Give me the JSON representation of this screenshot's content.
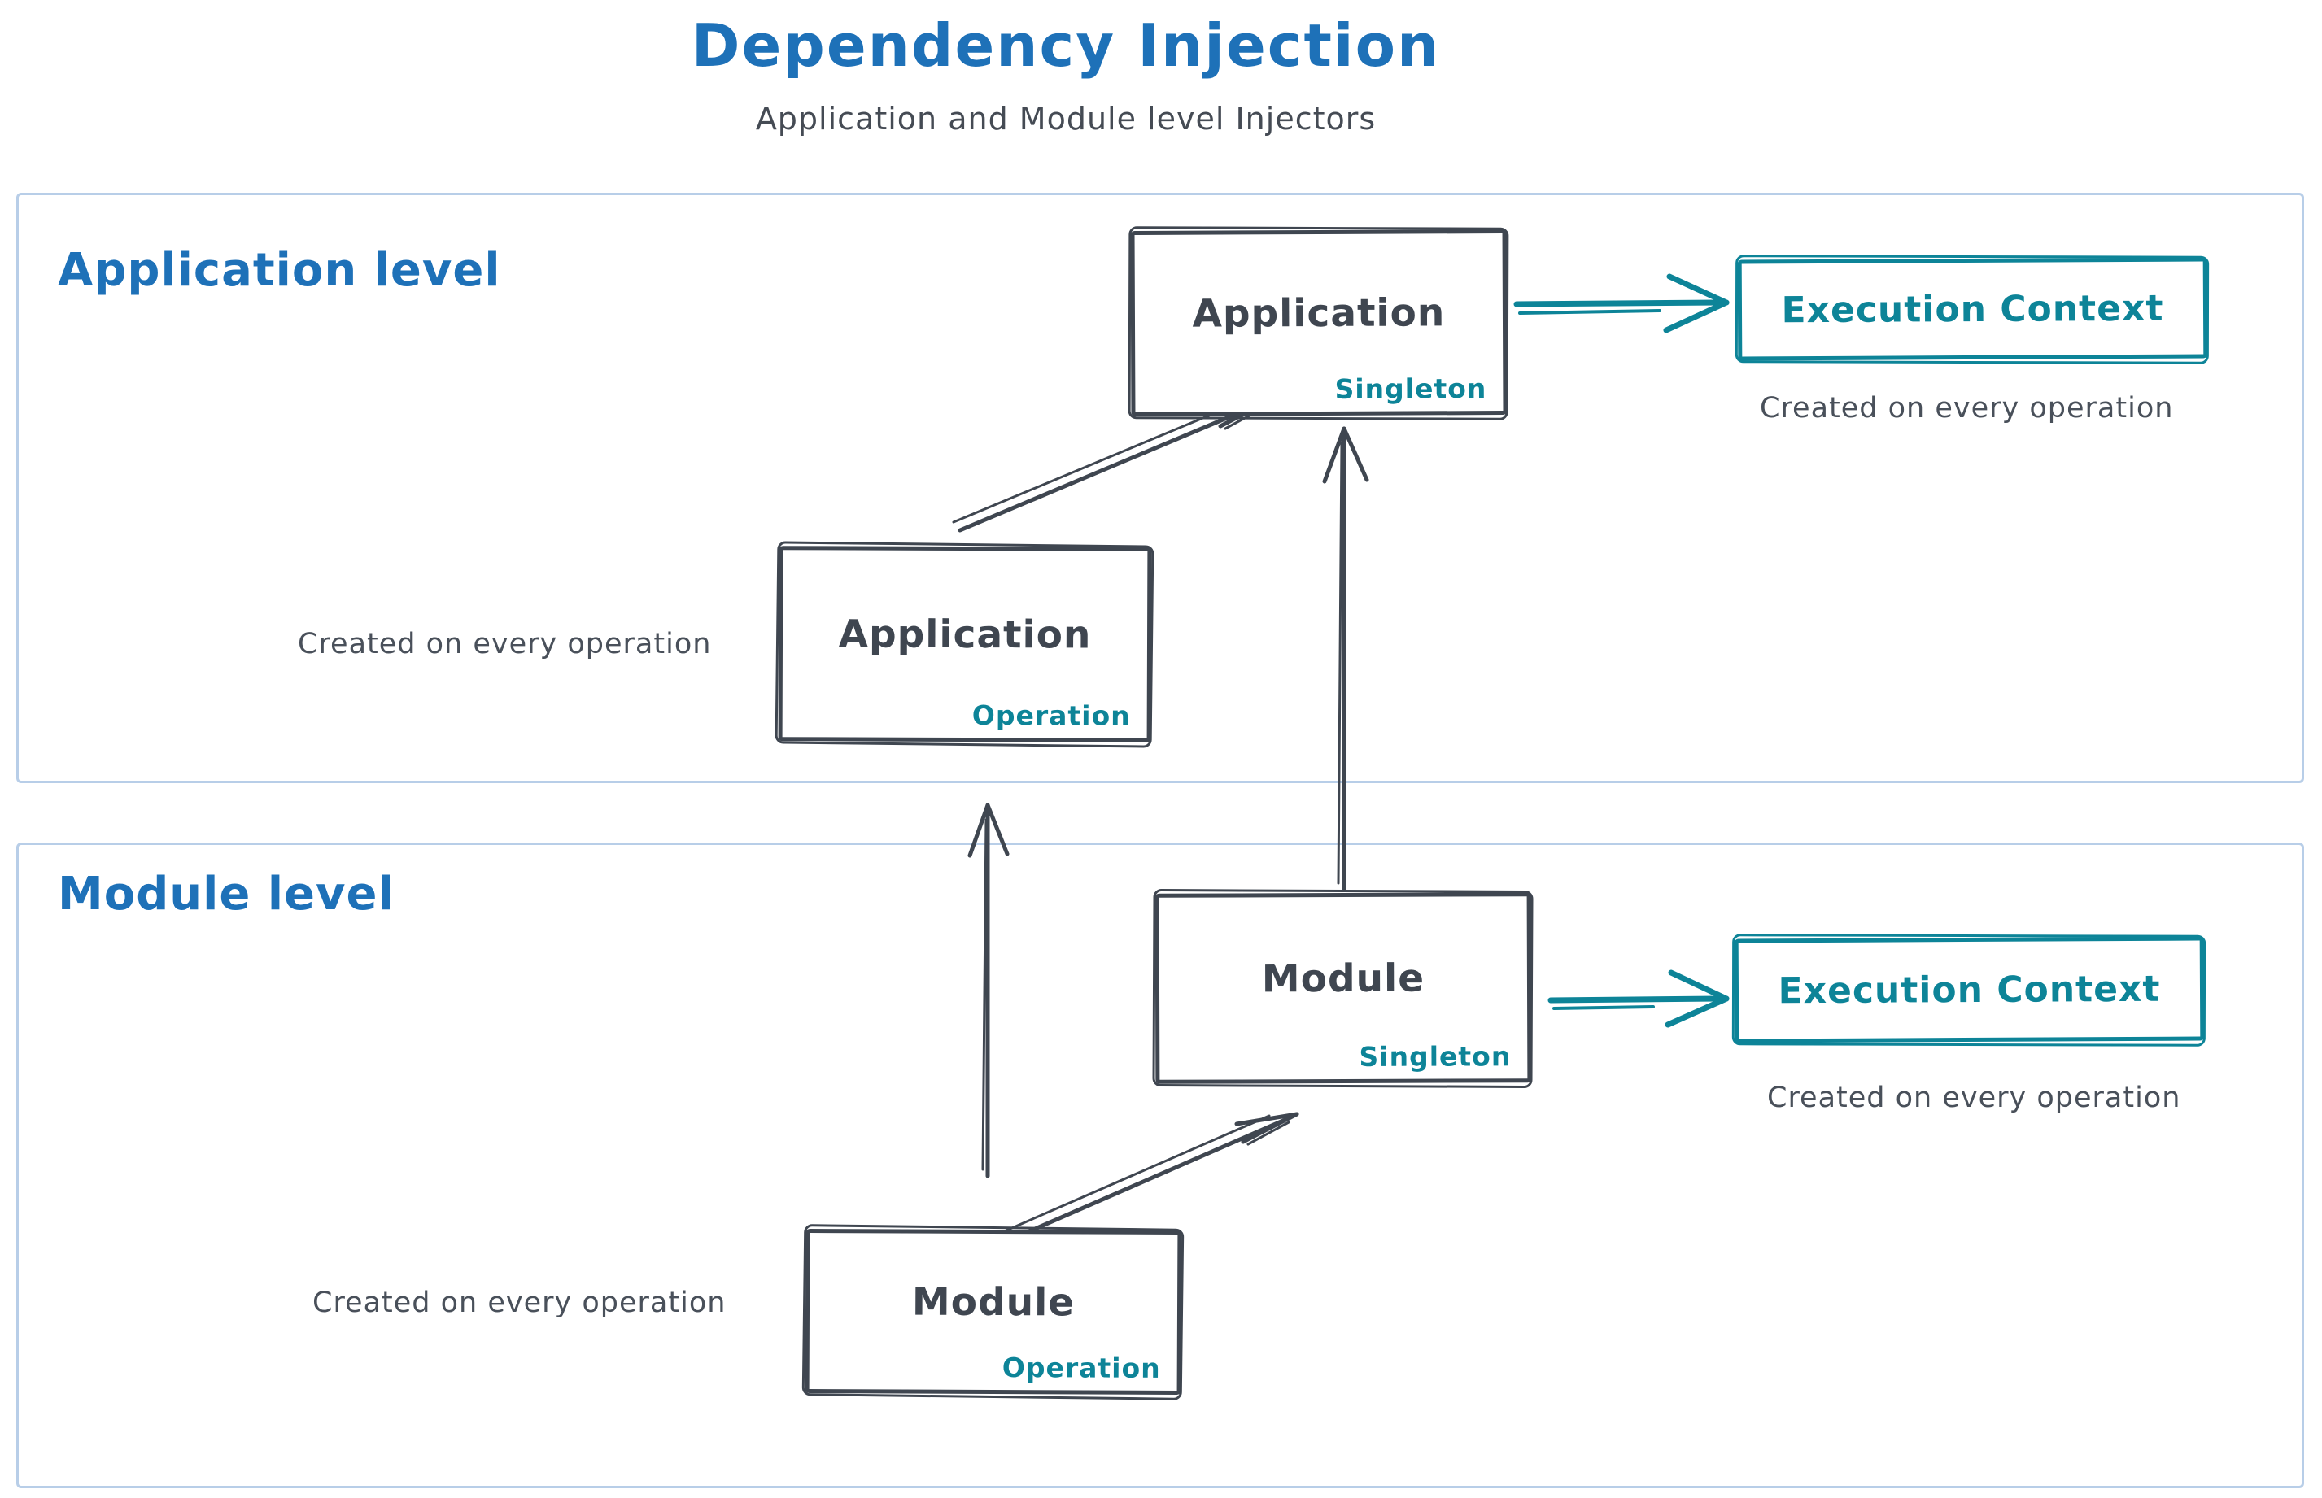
{
  "header": {
    "title": "Dependency Injection",
    "subtitle": "Application and Module level Injectors"
  },
  "colors": {
    "accent_blue": "#1e71b8",
    "accent_teal": "#0d8498",
    "stroke_dark": "#3f4650",
    "frame_light_blue": "#b8cee8"
  },
  "application_level": {
    "label": "Application level",
    "singleton_box": {
      "title": "Application",
      "badge": "Singleton"
    },
    "operation_box": {
      "title": "Application",
      "badge": "Operation"
    },
    "operation_note": "Created on every operation",
    "execution_context": {
      "label": "Execution Context",
      "note": "Created on every operation"
    }
  },
  "module_level": {
    "label": "Module level",
    "singleton_box": {
      "title": "Module",
      "badge": "Singleton"
    },
    "operation_box": {
      "title": "Module",
      "badge": "Operation"
    },
    "operation_note": "Created on every operation",
    "execution_context": {
      "label": "Execution Context",
      "note": "Created on every operation"
    }
  }
}
